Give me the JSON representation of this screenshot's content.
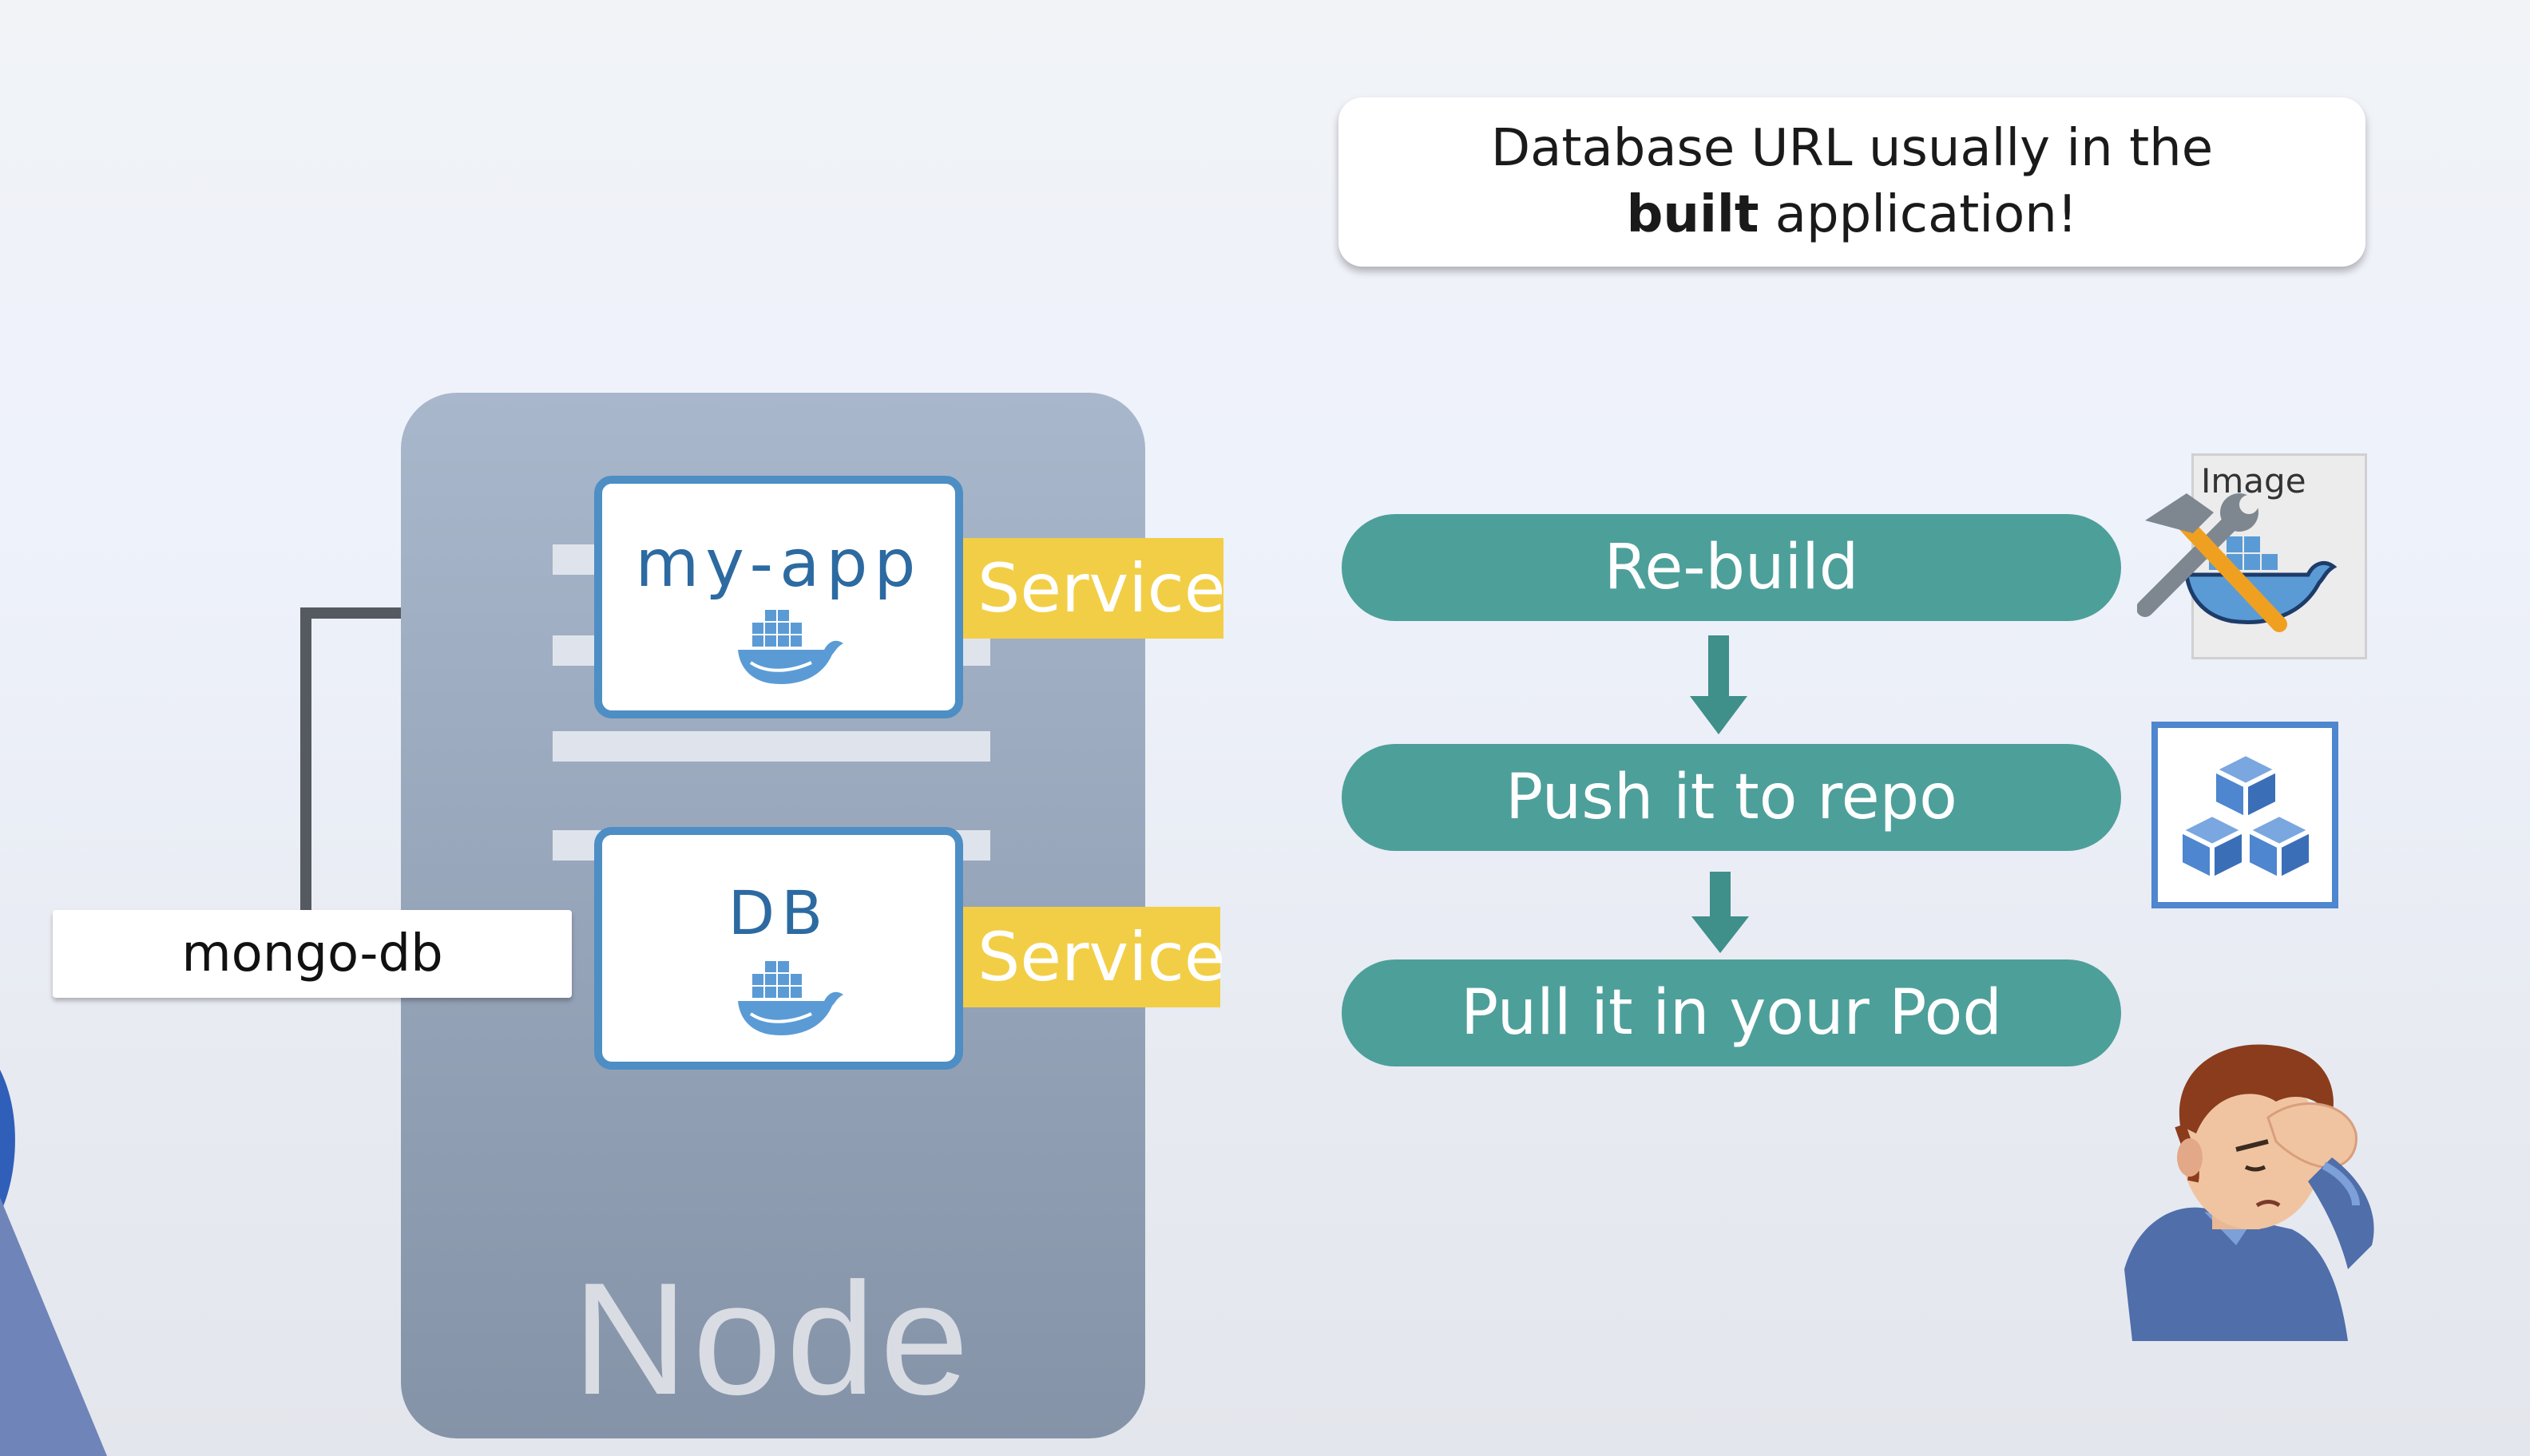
{
  "callout": {
    "line1": "Database URL usually in the",
    "line2_bold": "built",
    "line2_rest": " application!"
  },
  "node": {
    "label": "Node",
    "containers": [
      {
        "name": "my-app",
        "icon": "docker-whale-icon"
      },
      {
        "name": "DB",
        "icon": "docker-whale-icon"
      }
    ],
    "services": [
      "Service",
      "Service"
    ]
  },
  "mongo": {
    "label": "mongo-db"
  },
  "steps": [
    "Re-build",
    "Push it to repo",
    "Pull it in your Pod"
  ],
  "image_card": {
    "label": "Image",
    "icons": [
      "hammer-wrench-icon",
      "docker-whale-icon"
    ]
  },
  "repo": {
    "icon": "cubes-repo-icon"
  },
  "person": {
    "icon": "frustrated-person-icon"
  },
  "colors": {
    "step_fill": "#4d9f9a",
    "service_fill": "#f2ce46",
    "container_border": "#4d8ec4",
    "node_fill": "#9aa8bd",
    "repo_blue": "#4e86cf"
  }
}
